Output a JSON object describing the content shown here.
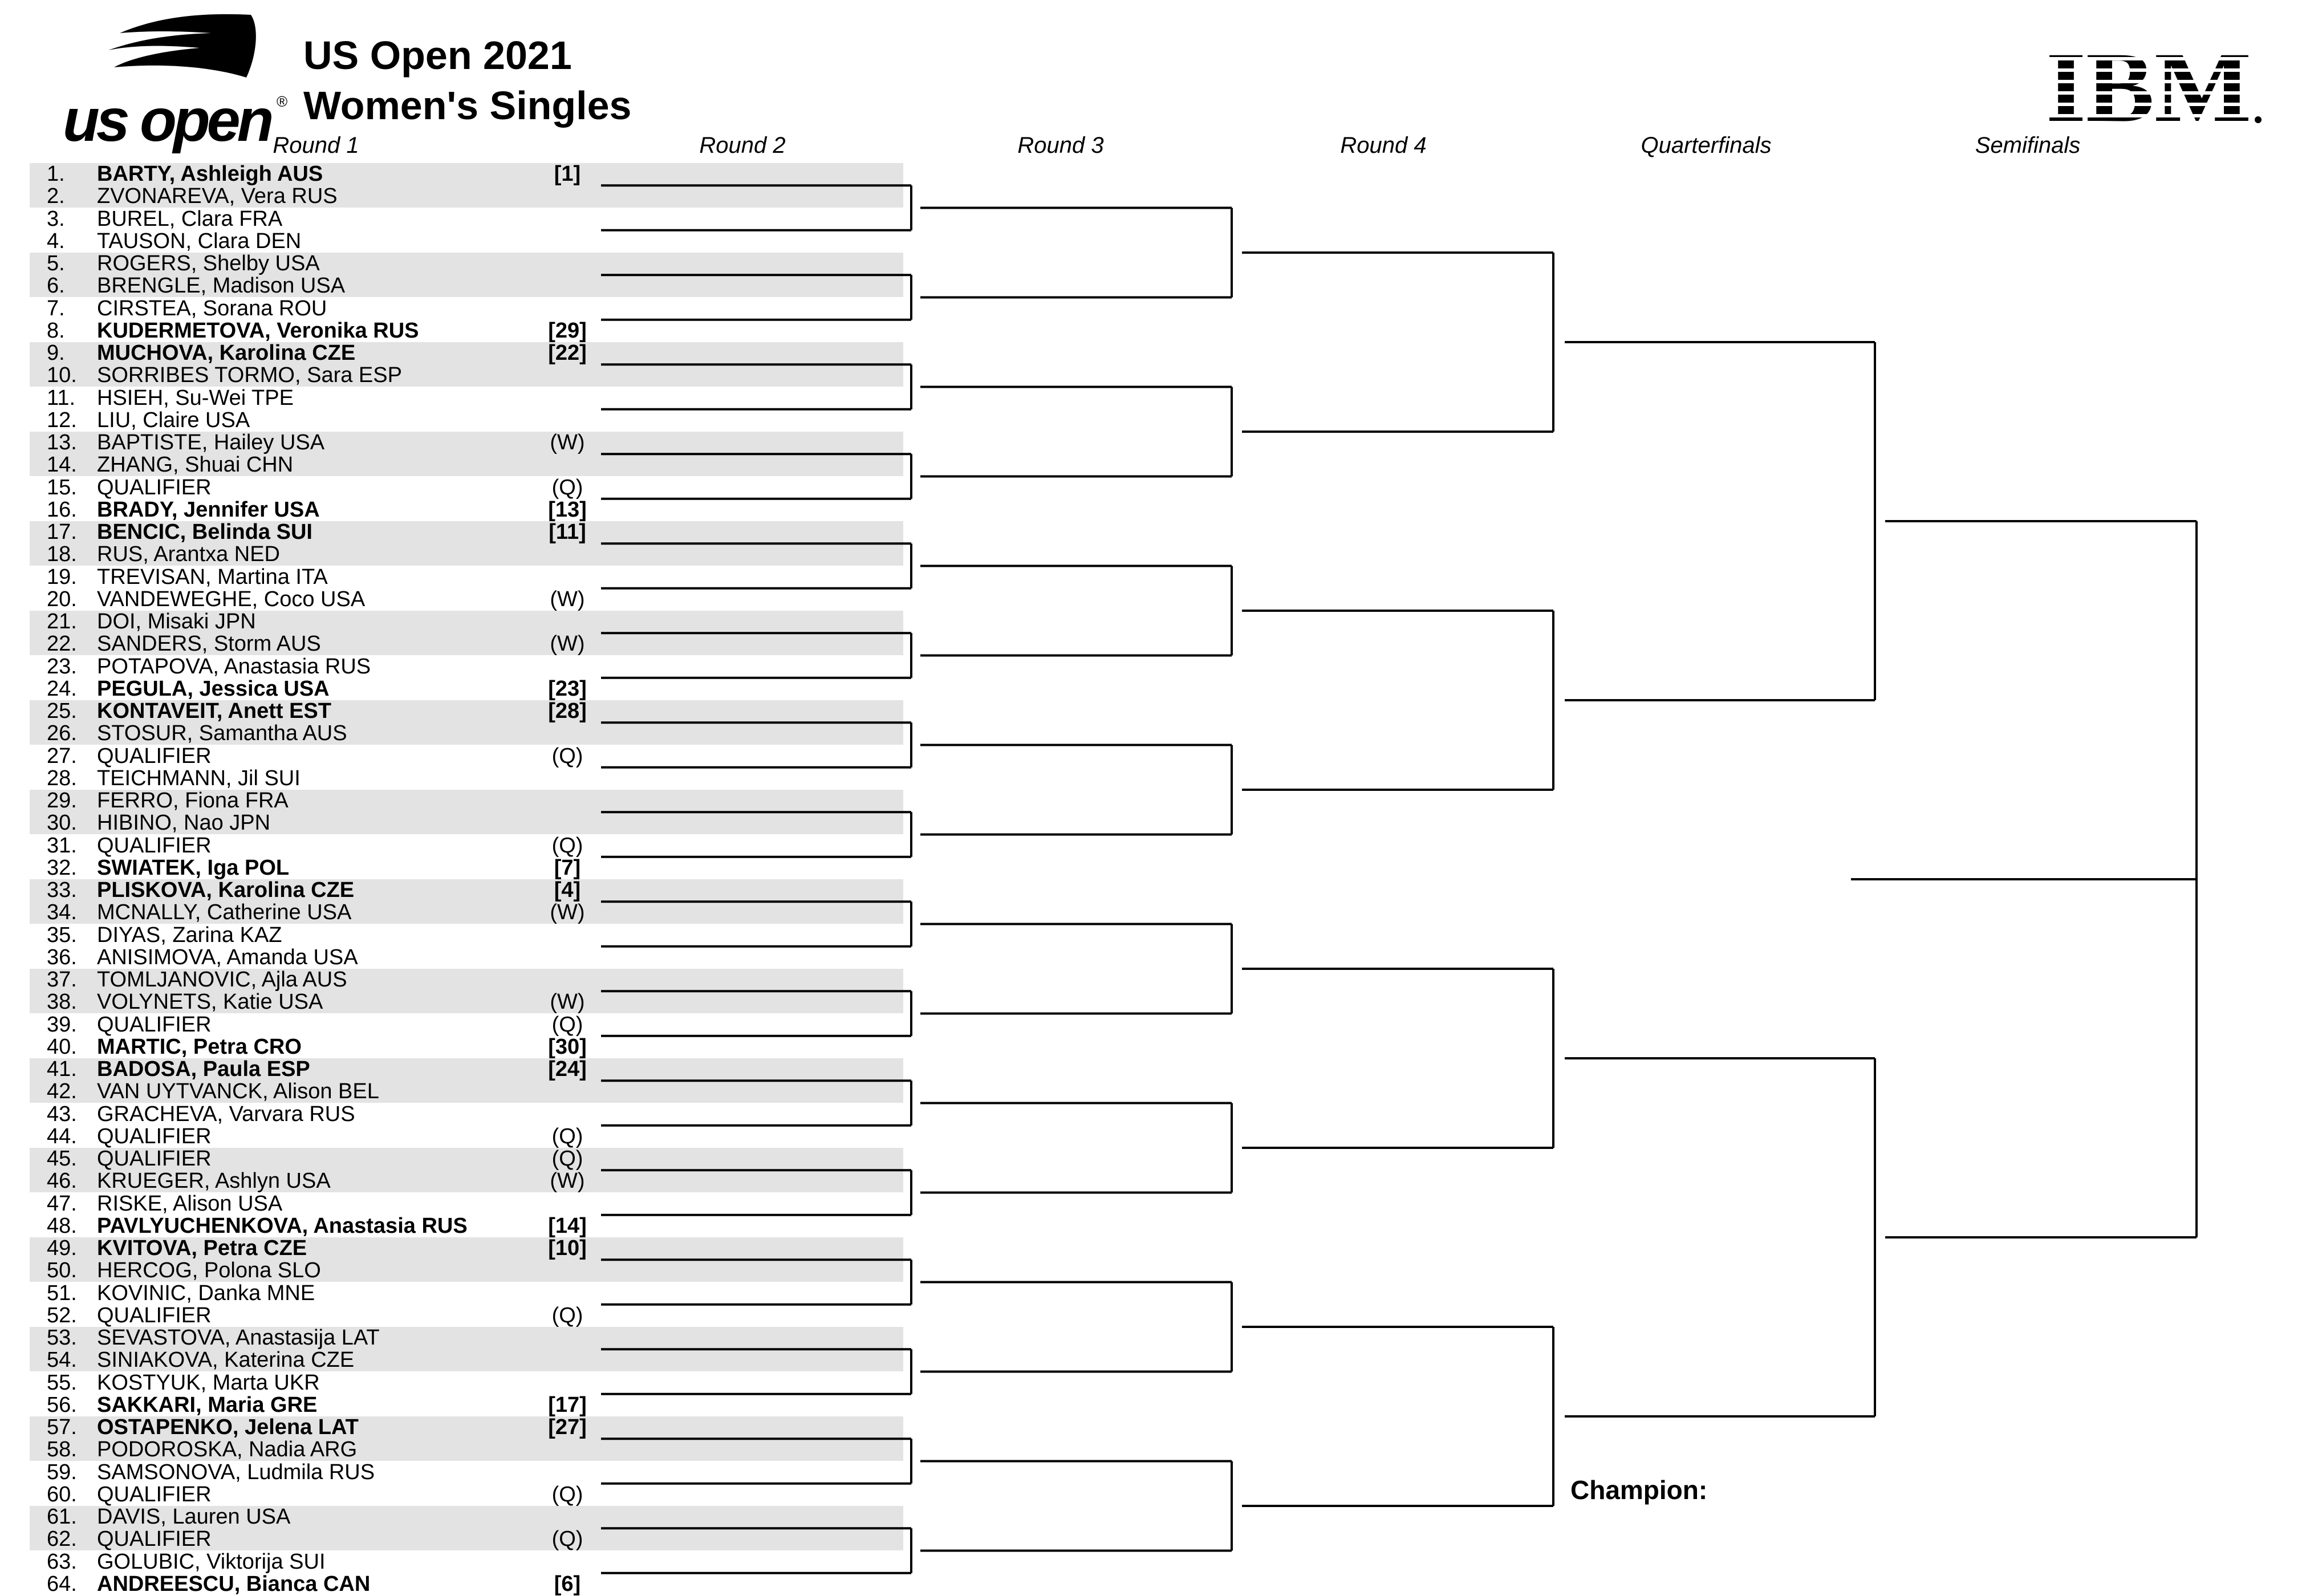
{
  "header": {
    "logo_text": "us open",
    "logo_mark": "®",
    "title_line1": "US Open 2021",
    "title_line2": "Women's Singles",
    "sponsor": "IBM"
  },
  "rounds": [
    "Round 1",
    "Round 2",
    "Round 3",
    "Round 4",
    "Quarterfinals",
    "Semifinals"
  ],
  "entries": [
    {
      "num": "1.",
      "name": "BARTY, Ashleigh AUS",
      "seed": "[1]",
      "bold": true
    },
    {
      "num": "2.",
      "name": "ZVONAREVA, Vera RUS",
      "seed": "",
      "bold": false
    },
    {
      "num": "3.",
      "name": "BUREL, Clara FRA",
      "seed": "",
      "bold": false
    },
    {
      "num": "4.",
      "name": "TAUSON, Clara DEN",
      "seed": "",
      "bold": false
    },
    {
      "num": "5.",
      "name": "ROGERS, Shelby USA",
      "seed": "",
      "bold": false
    },
    {
      "num": "6.",
      "name": "BRENGLE, Madison USA",
      "seed": "",
      "bold": false
    },
    {
      "num": "7.",
      "name": "CIRSTEA, Sorana ROU",
      "seed": "",
      "bold": false
    },
    {
      "num": "8.",
      "name": "KUDERMETOVA, Veronika RUS",
      "seed": "[29]",
      "bold": true
    },
    {
      "num": "9.",
      "name": "MUCHOVA, Karolina CZE",
      "seed": "[22]",
      "bold": true
    },
    {
      "num": "10.",
      "name": "SORRIBES TORMO, Sara ESP",
      "seed": "",
      "bold": false
    },
    {
      "num": "11.",
      "name": "HSIEH, Su-Wei TPE",
      "seed": "",
      "bold": false
    },
    {
      "num": "12.",
      "name": "LIU, Claire USA",
      "seed": "",
      "bold": false
    },
    {
      "num": "13.",
      "name": "BAPTISTE, Hailey USA",
      "seed": "(W)",
      "bold": false
    },
    {
      "num": "14.",
      "name": "ZHANG, Shuai CHN",
      "seed": "",
      "bold": false
    },
    {
      "num": "15.",
      "name": "QUALIFIER",
      "seed": "(Q)",
      "bold": false
    },
    {
      "num": "16.",
      "name": "BRADY, Jennifer USA",
      "seed": "[13]",
      "bold": true
    },
    {
      "num": "17.",
      "name": "BENCIC, Belinda SUI",
      "seed": "[11]",
      "bold": true
    },
    {
      "num": "18.",
      "name": "RUS, Arantxa NED",
      "seed": "",
      "bold": false
    },
    {
      "num": "19.",
      "name": "TREVISAN, Martina ITA",
      "seed": "",
      "bold": false
    },
    {
      "num": "20.",
      "name": "VANDEWEGHE, Coco USA",
      "seed": "(W)",
      "bold": false
    },
    {
      "num": "21.",
      "name": "DOI, Misaki JPN",
      "seed": "",
      "bold": false
    },
    {
      "num": "22.",
      "name": "SANDERS, Storm AUS",
      "seed": "(W)",
      "bold": false
    },
    {
      "num": "23.",
      "name": "POTAPOVA, Anastasia RUS",
      "seed": "",
      "bold": false
    },
    {
      "num": "24.",
      "name": "PEGULA, Jessica USA",
      "seed": "[23]",
      "bold": true
    },
    {
      "num": "25.",
      "name": "KONTAVEIT, Anett EST",
      "seed": "[28]",
      "bold": true
    },
    {
      "num": "26.",
      "name": "STOSUR, Samantha AUS",
      "seed": "",
      "bold": false
    },
    {
      "num": "27.",
      "name": "QUALIFIER",
      "seed": "(Q)",
      "bold": false
    },
    {
      "num": "28.",
      "name": "TEICHMANN, Jil SUI",
      "seed": "",
      "bold": false
    },
    {
      "num": "29.",
      "name": "FERRO, Fiona FRA",
      "seed": "",
      "bold": false
    },
    {
      "num": "30.",
      "name": "HIBINO, Nao JPN",
      "seed": "",
      "bold": false
    },
    {
      "num": "31.",
      "name": "QUALIFIER",
      "seed": "(Q)",
      "bold": false
    },
    {
      "num": "32.",
      "name": "SWIATEK, Iga POL",
      "seed": "[7]",
      "bold": true
    },
    {
      "num": "33.",
      "name": "PLISKOVA, Karolina CZE",
      "seed": "[4]",
      "bold": true
    },
    {
      "num": "34.",
      "name": "MCNALLY, Catherine USA",
      "seed": "(W)",
      "bold": false
    },
    {
      "num": "35.",
      "name": "DIYAS, Zarina KAZ",
      "seed": "",
      "bold": false
    },
    {
      "num": "36.",
      "name": "ANISIMOVA, Amanda USA",
      "seed": "",
      "bold": false
    },
    {
      "num": "37.",
      "name": "TOMLJANOVIC, Ajla AUS",
      "seed": "",
      "bold": false
    },
    {
      "num": "38.",
      "name": "VOLYNETS, Katie USA",
      "seed": "(W)",
      "bold": false
    },
    {
      "num": "39.",
      "name": "QUALIFIER",
      "seed": "(Q)",
      "bold": false
    },
    {
      "num": "40.",
      "name": "MARTIC, Petra CRO",
      "seed": "[30]",
      "bold": true
    },
    {
      "num": "41.",
      "name": "BADOSA, Paula ESP",
      "seed": "[24]",
      "bold": true
    },
    {
      "num": "42.",
      "name": "VAN UYTVANCK, Alison BEL",
      "seed": "",
      "bold": false
    },
    {
      "num": "43.",
      "name": "GRACHEVA, Varvara RUS",
      "seed": "",
      "bold": false
    },
    {
      "num": "44.",
      "name": "QUALIFIER",
      "seed": "(Q)",
      "bold": false
    },
    {
      "num": "45.",
      "name": "QUALIFIER",
      "seed": "(Q)",
      "bold": false
    },
    {
      "num": "46.",
      "name": "KRUEGER, Ashlyn USA",
      "seed": "(W)",
      "bold": false
    },
    {
      "num": "47.",
      "name": "RISKE, Alison USA",
      "seed": "",
      "bold": false
    },
    {
      "num": "48.",
      "name": "PAVLYUCHENKOVA, Anastasia RUS",
      "seed": "[14]",
      "bold": true
    },
    {
      "num": "49.",
      "name": "KVITOVA, Petra CZE",
      "seed": "[10]",
      "bold": true
    },
    {
      "num": "50.",
      "name": "HERCOG, Polona SLO",
      "seed": "",
      "bold": false
    },
    {
      "num": "51.",
      "name": "KOVINIC, Danka MNE",
      "seed": "",
      "bold": false
    },
    {
      "num": "52.",
      "name": "QUALIFIER",
      "seed": "(Q)",
      "bold": false
    },
    {
      "num": "53.",
      "name": "SEVASTOVA, Anastasija LAT",
      "seed": "",
      "bold": false
    },
    {
      "num": "54.",
      "name": "SINIAKOVA, Katerina CZE",
      "seed": "",
      "bold": false
    },
    {
      "num": "55.",
      "name": "KOSTYUK, Marta UKR",
      "seed": "",
      "bold": false
    },
    {
      "num": "56.",
      "name": "SAKKARI, Maria GRE",
      "seed": "[17]",
      "bold": true
    },
    {
      "num": "57.",
      "name": "OSTAPENKO, Jelena LAT",
      "seed": "[27]",
      "bold": true
    },
    {
      "num": "58.",
      "name": "PODOROSKA, Nadia ARG",
      "seed": "",
      "bold": false
    },
    {
      "num": "59.",
      "name": "SAMSONOVA, Ludmila RUS",
      "seed": "",
      "bold": false
    },
    {
      "num": "60.",
      "name": "QUALIFIER",
      "seed": "(Q)",
      "bold": false
    },
    {
      "num": "61.",
      "name": "DAVIS, Lauren USA",
      "seed": "",
      "bold": false
    },
    {
      "num": "62.",
      "name": "QUALIFIER",
      "seed": "(Q)",
      "bold": false
    },
    {
      "num": "63.",
      "name": "GOLUBIC, Viktorija SUI",
      "seed": "",
      "bold": false
    },
    {
      "num": "64.",
      "name": "ANDREESCU, Bianca CAN",
      "seed": "[6]",
      "bold": true
    }
  ],
  "champion_label": "Champion:",
  "colors": {
    "row_shade": "#e3e3e3",
    "line": "#000000",
    "background": "#ffffff"
  }
}
